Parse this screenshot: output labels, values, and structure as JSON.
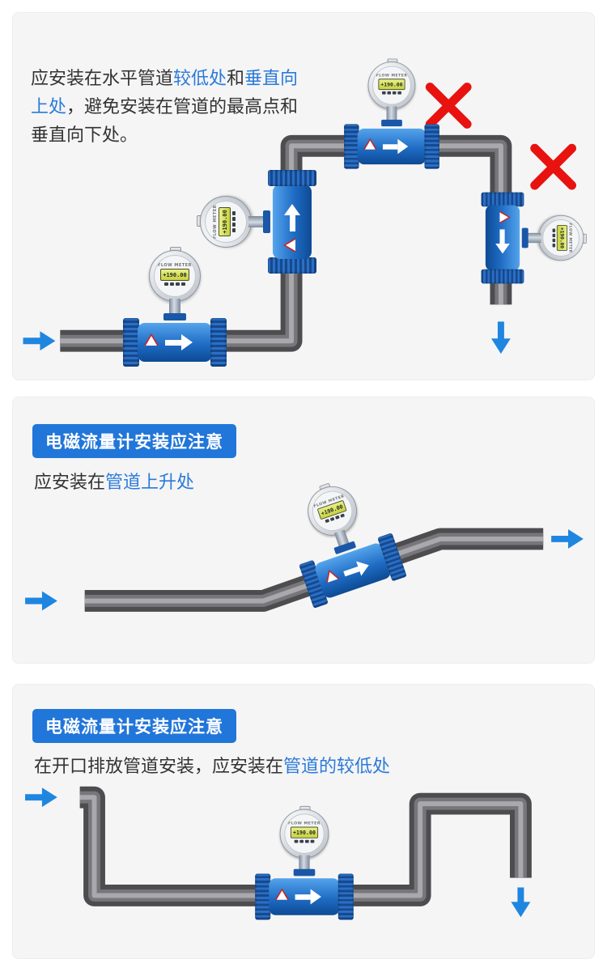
{
  "meter": {
    "brand": "FLOW METER",
    "display": "+190.00"
  },
  "section1": {
    "intro": {
      "seg1": "应安装在水平管道",
      "seg2": "较低处",
      "seg3": "和",
      "seg4": "垂直向上处",
      "seg5": "，避免安装在管道的最高点和垂直向下处。"
    }
  },
  "section2": {
    "badge": "电磁流量计安装应注意",
    "line": {
      "seg1": "应安装在",
      "seg2": "管道上升处"
    }
  },
  "section3": {
    "badge": "电磁流量计安装应注意",
    "line": {
      "seg1": "在开口排放管道安装，应安装在",
      "seg2": "管道的较低处"
    }
  },
  "colors": {
    "accent_blue": "#2b7ad9",
    "badge_blue": "#2176d9",
    "pipe_gray": "#4d4d50",
    "error_red": "#e8120f",
    "arrow_blue": "#1f86e0",
    "card_bg": "#f5f5f6"
  }
}
